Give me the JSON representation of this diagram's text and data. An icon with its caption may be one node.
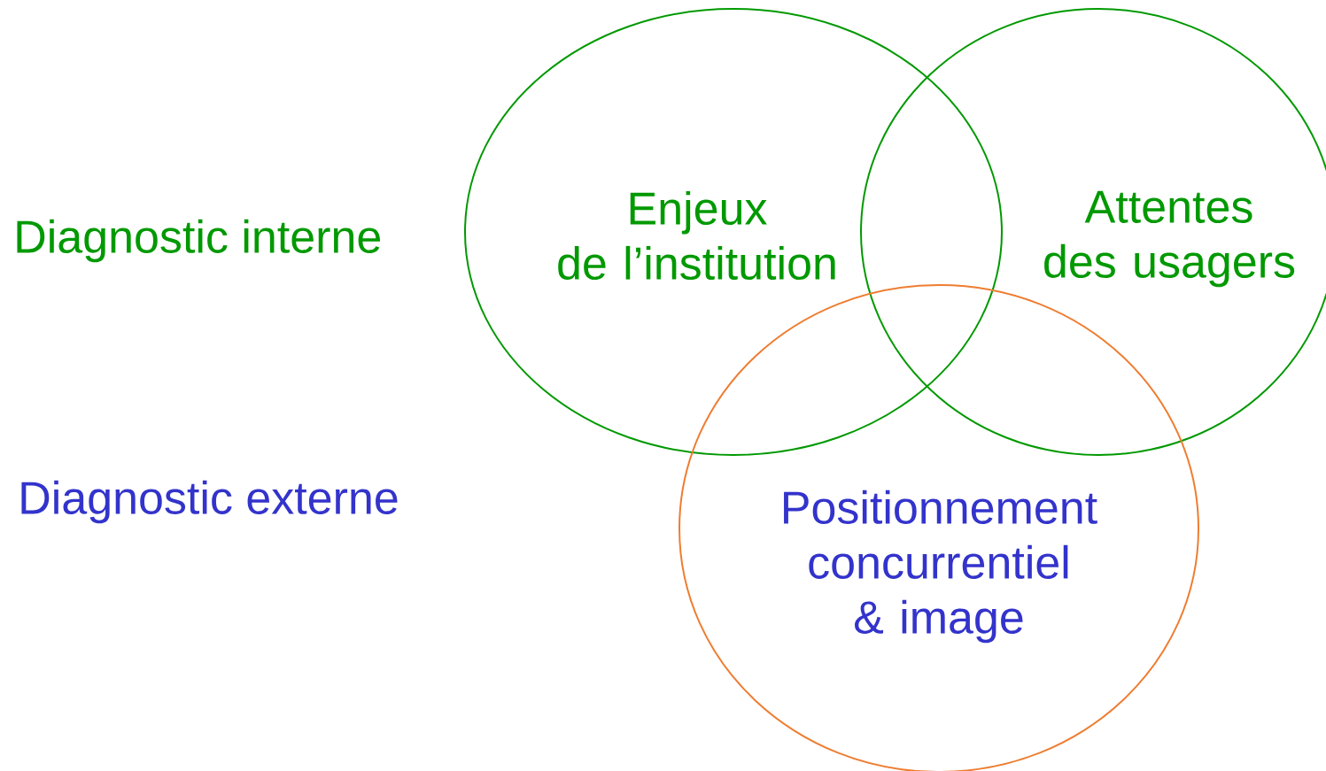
{
  "diagram": {
    "nodes": [
      {
        "text": [
          "Enjeux de l’institution"
        ]
      },
      {
        "text": [
          "Attentes des usagers"
        ]
      },
      {
        "text": [
          "Positionnement concurrentiel & image"
        ]
      }
    ],
    "labels": [
      "Diagnostic interne",
      "Diagnostic externe"
    ]
  }
}
